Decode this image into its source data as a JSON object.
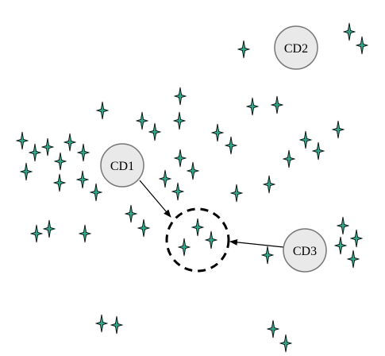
{
  "nodes": [
    {
      "id": "cd1",
      "label": "CD1"
    },
    {
      "id": "cd2",
      "label": "CD2"
    },
    {
      "id": "cd3",
      "label": "CD3"
    }
  ],
  "colors": {
    "background": "#ffffff",
    "node_fill": "#e9e9e9",
    "node_stroke": "#777777",
    "star_fill": "#2fa58a",
    "star_stroke": "#000000",
    "line": "#000000"
  },
  "icons": {
    "sensor": "four-point-star-icon"
  },
  "edges": [
    {
      "from": "cd1",
      "to": "target-region",
      "style": "arrow"
    },
    {
      "from": "cd3",
      "to": "target-region",
      "style": "arrow"
    }
  ],
  "region": {
    "style": "dashed-circle"
  }
}
